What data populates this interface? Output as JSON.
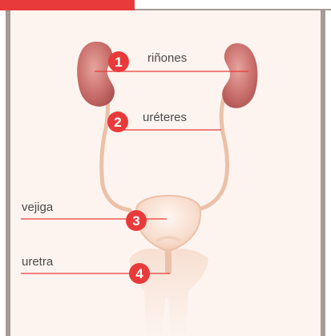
{
  "labels": {
    "rinones": "riñones",
    "ureteres": "uréteres",
    "vejiga": "vejiga",
    "uretra": "uretra"
  },
  "badges": {
    "one": "1",
    "two": "2",
    "three": "3",
    "four": "4"
  },
  "colors": {
    "accent": "#e83a3a",
    "border": "#a79a94",
    "background": "#fdf4ef",
    "kidney": "#c76a6a",
    "tissue": "#f6dccd",
    "ureter": "#ebc1a8"
  }
}
